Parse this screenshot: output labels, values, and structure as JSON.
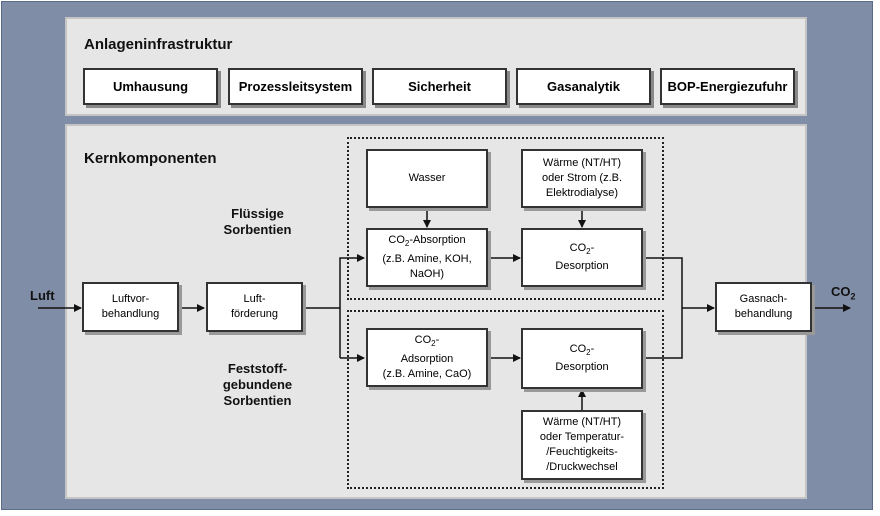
{
  "infrastructure": {
    "title": "Anlageninfrastruktur",
    "items": [
      "Umhausung",
      "Prozessleitsystem",
      "Sicherheit",
      "Gasanalytik",
      "BOP-Energiezufuhr"
    ]
  },
  "core": {
    "title": "Kernkomponenten",
    "liquid_label": "Flüssige\nSorbentien",
    "solid_label": "Feststoff-\ngebundene\nSorbentien",
    "input_label": "Luft",
    "output_label": "CO",
    "output_sub": "2",
    "boxes": {
      "luftvorbehandlung": "Luftvor-\nbehandlung",
      "luftfoerderung": "Luft-\nförderung",
      "wasser": "Wasser",
      "waerme_strom": "Wärme (NT/HT)\noder Strom (z.B.\nElektrodialyse)",
      "absorption_prefix": "CO",
      "absorption_sub": "2",
      "absorption_text": "-Absorption\n(z.B. Amine, KOH,\nNaOH)",
      "desorption_liquid_prefix": "CO",
      "desorption_liquid_sub": "2",
      "desorption_liquid_text": "-\nDesorption",
      "adsorption_prefix": "CO",
      "adsorption_sub": "2",
      "adsorption_text": "-\nAdsorption\n(z.B. Amine, CaO)",
      "desorption_solid_prefix": "CO",
      "desorption_solid_sub": "2",
      "desorption_solid_text": "-\nDesorption",
      "waerme_wechsel": "Wärme (NT/HT)\noder Temperatur-\n/Feuchtigkeits-\n/Druckwechsel",
      "gasnachbehandlung": "Gasnach-\nbehandlung"
    }
  },
  "colors": {
    "frame": "#7f8ea6",
    "panel": "#e6e6e6",
    "box_border": "#333333"
  }
}
